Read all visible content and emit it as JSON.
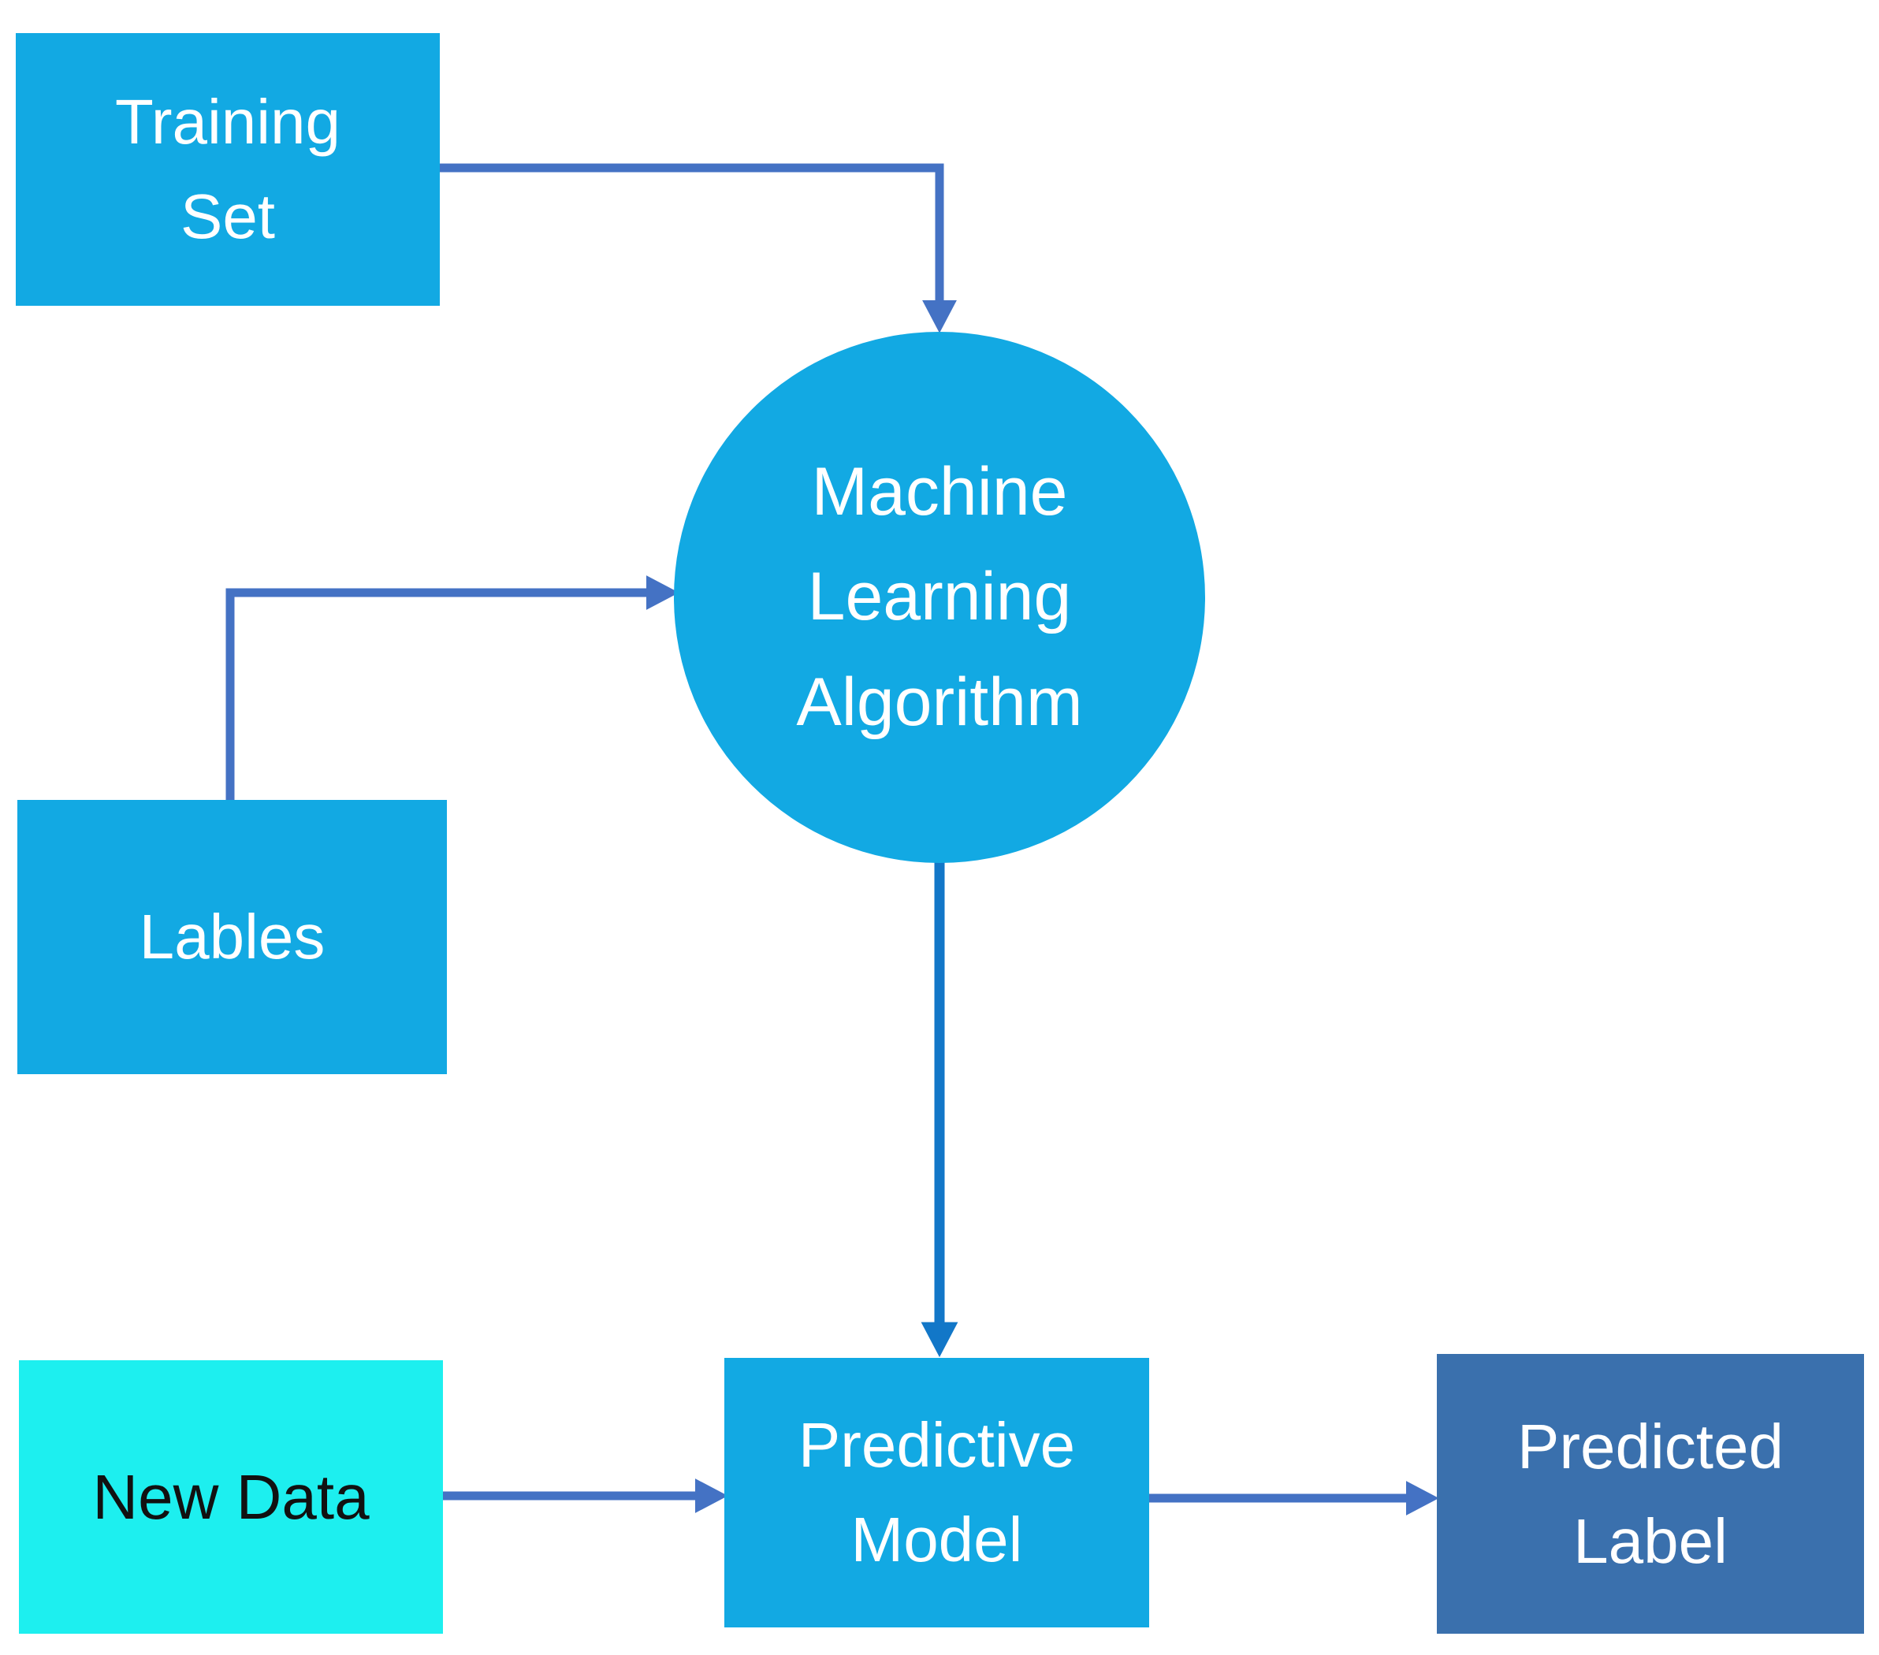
{
  "diagram": {
    "type": "flowchart",
    "nodes": {
      "training_set": {
        "label": "Training\nSet",
        "shape": "rectangle",
        "fill": "#12A9E3",
        "text_color": "#FFFFFF"
      },
      "labels": {
        "label": "Lables",
        "shape": "rectangle",
        "fill": "#12A9E3",
        "text_color": "#FFFFFF"
      },
      "new_data": {
        "label": "New Data",
        "shape": "rectangle",
        "fill": "#1DEFEF",
        "text_color": "#111111"
      },
      "ml_algorithm": {
        "label": "Machine\nLearning\nAlgorithm",
        "shape": "circle",
        "fill": "#12A9E3",
        "text_color": "#FFFFFF"
      },
      "predictive_model": {
        "label": "Predictive\nModel",
        "shape": "rectangle",
        "fill": "#12A9E3",
        "text_color": "#FFFFFF"
      },
      "predicted_label": {
        "label": "Predicted\nLabel",
        "shape": "rectangle",
        "fill": "#3A70AD",
        "text_color": "#FFFFFF"
      }
    },
    "edges": [
      {
        "from": "training_set",
        "to": "ml_algorithm",
        "style": "elbow",
        "color": "#4472C4"
      },
      {
        "from": "labels",
        "to": "ml_algorithm",
        "style": "elbow",
        "color": "#4472C4"
      },
      {
        "from": "ml_algorithm",
        "to": "predictive_model",
        "style": "straight",
        "color": "#1277C8"
      },
      {
        "from": "new_data",
        "to": "predictive_model",
        "style": "straight",
        "color": "#4472C4"
      },
      {
        "from": "predictive_model",
        "to": "predicted_label",
        "style": "straight",
        "color": "#4472C4"
      }
    ],
    "colors": {
      "background": "#FFFFFF",
      "node_light_blue": "#12A9E3",
      "node_cyan": "#1DEFEF",
      "node_dark_blue": "#3A70AD",
      "arrow_slate": "#4472C4",
      "arrow_azure": "#1277C8",
      "text_light": "#FFFFFF",
      "text_dark": "#111111"
    }
  }
}
